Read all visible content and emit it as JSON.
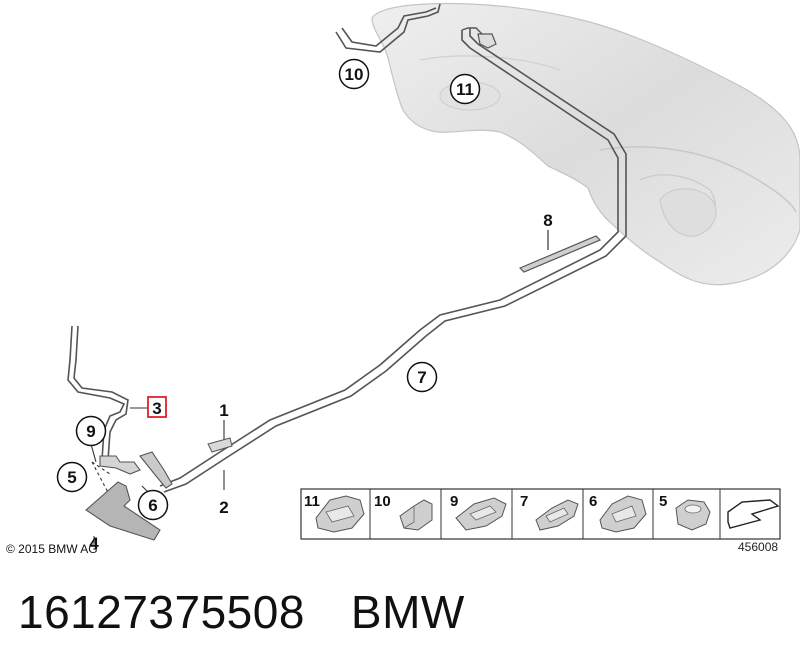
{
  "callouts": [
    {
      "id": "10",
      "circled": true
    },
    {
      "id": "11",
      "circled": true
    },
    {
      "id": "8",
      "circled": false
    },
    {
      "id": "7",
      "circled": true
    },
    {
      "id": "1",
      "circled": false
    },
    {
      "id": "2",
      "circled": false
    },
    {
      "id": "3",
      "circled": false,
      "highlighted": true
    },
    {
      "id": "9",
      "circled": true
    },
    {
      "id": "5",
      "circled": true
    },
    {
      "id": "6",
      "circled": true
    },
    {
      "id": "4",
      "circled": false
    }
  ],
  "legend": {
    "items": [
      {
        "label": "11",
        "icon": "clip-holder-icon"
      },
      {
        "label": "10",
        "icon": "bracket-clip-icon"
      },
      {
        "label": "9",
        "icon": "clip-holder-icon"
      },
      {
        "label": "7",
        "icon": "clip-holder-icon"
      },
      {
        "label": "6",
        "icon": "clip-holder-icon"
      },
      {
        "label": "5",
        "icon": "nut-icon"
      },
      {
        "label": "",
        "icon": "arrow-icon"
      }
    ]
  },
  "copyright": "© 2015 BMW AG",
  "diagram_number": "456008",
  "caption": {
    "part_number": "16127375508",
    "brand": "BMW"
  },
  "colors": {
    "highlight": "#e0202a",
    "line": "#555555",
    "tank_fill": "#e6e6e6"
  }
}
